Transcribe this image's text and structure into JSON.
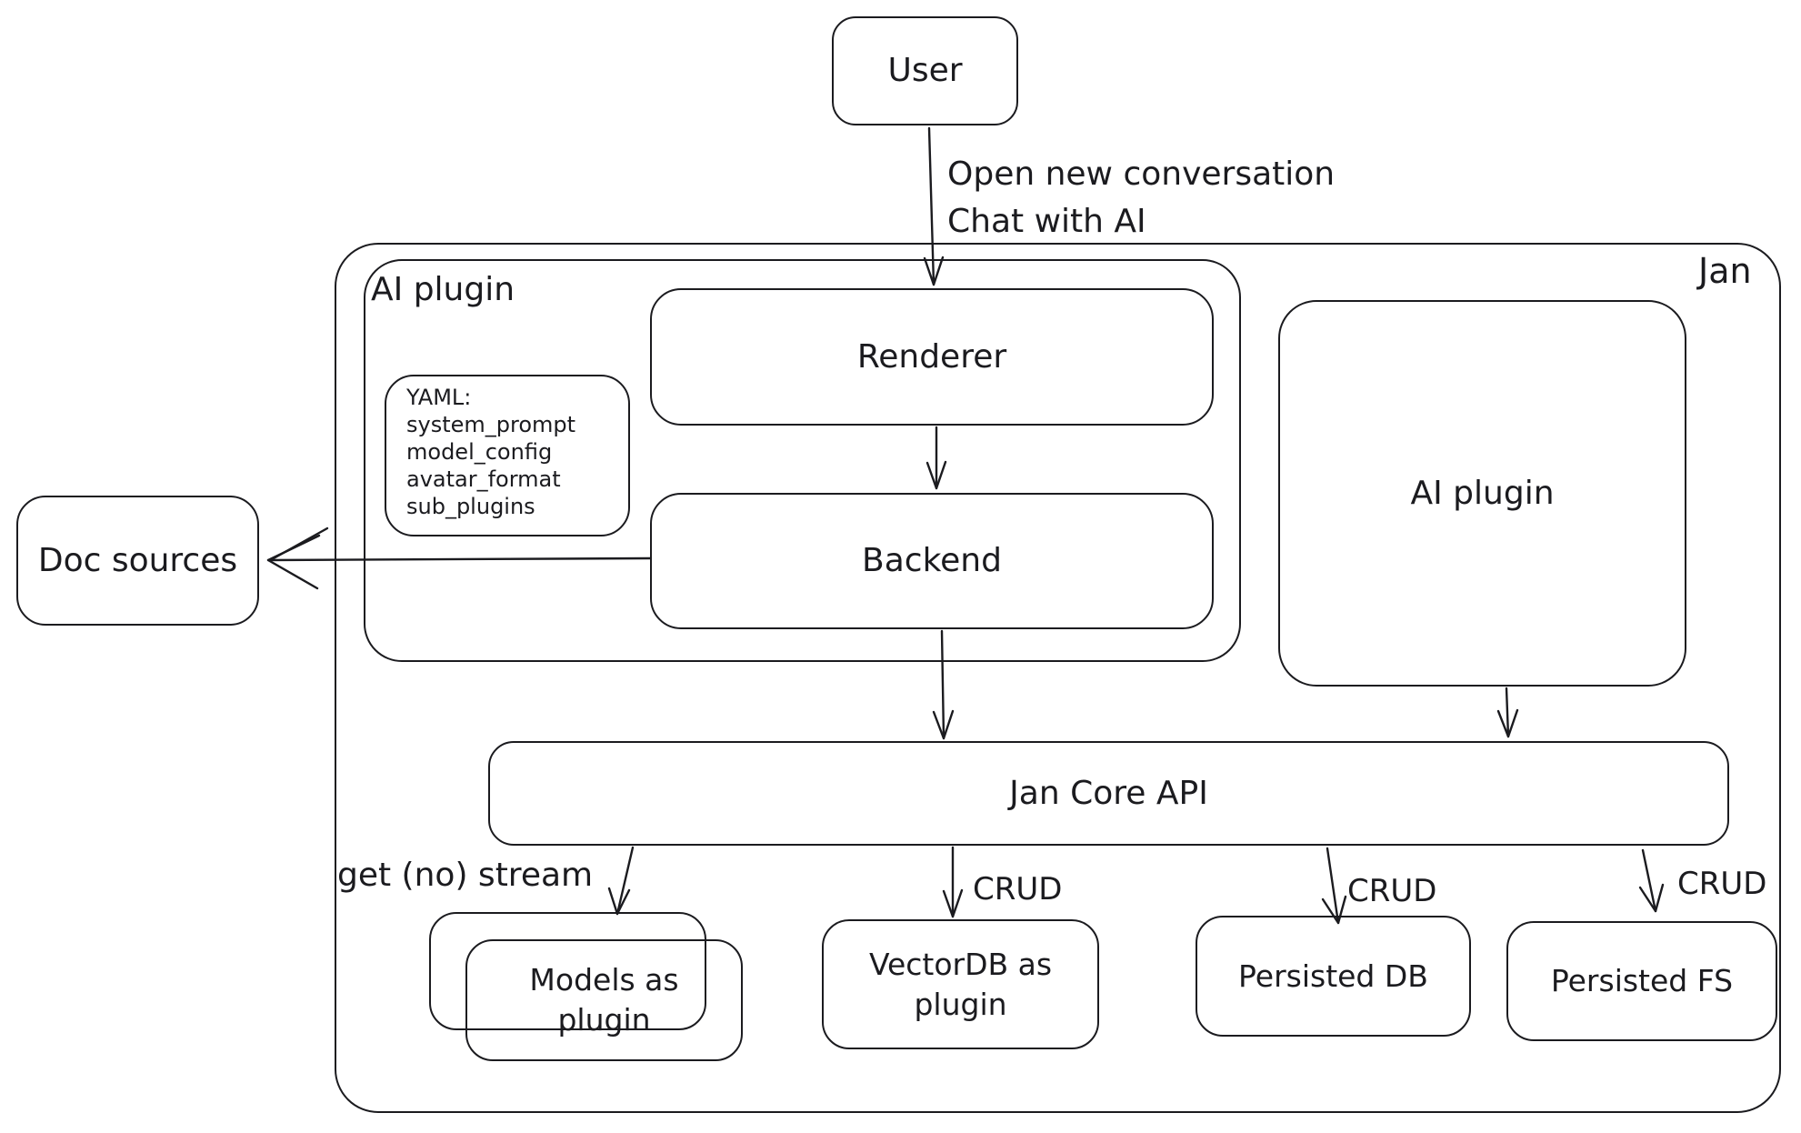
{
  "colors": {
    "stroke": "#1b1b1f",
    "background": "#ffffff"
  },
  "nodes": {
    "user": "User",
    "jan": "Jan",
    "ai_plugin_container": "AI plugin",
    "renderer": "Renderer",
    "backend": "Backend",
    "ai_plugin_box": "AI plugin",
    "doc_sources": "Doc sources",
    "jan_core_api": "Jan Core API",
    "models_as_plugin": {
      "line1": "Models as",
      "line2": "plugin"
    },
    "vectordb_as_plugin": {
      "line1": "VectorDB as",
      "line2": "plugin"
    },
    "persisted_db": "Persisted DB",
    "persisted_fs": "Persisted FS"
  },
  "yaml_note": {
    "title": "YAML:",
    "lines": [
      "system_prompt",
      "model_config",
      "avatar_format",
      "sub_plugins"
    ]
  },
  "edge_labels": {
    "user_to_renderer_line1": "Open new conversation",
    "user_to_renderer_line2": "Chat with AI",
    "core_to_models": "get (no) stream",
    "core_to_vectordb": "CRUD",
    "core_to_persisted_db": "CRUD",
    "core_to_persisted_fs": "CRUD"
  }
}
